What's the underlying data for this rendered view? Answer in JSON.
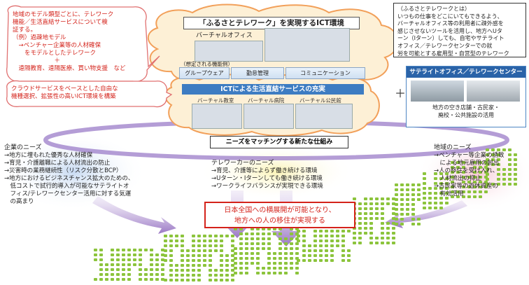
{
  "left_callout": {
    "lines": [
      "地域のモデル類型ごとに、テレワーク",
      "機能／生活直結サービスについて検",
      "証する。",
      "（例）過疎地モデル",
      "　→ベンチャー企業等の人材確保",
      "　　をモデルとしたテレワーク",
      "　　　　　　　＋",
      "　遠隔教育、遠隔医療、買い物支援　など"
    ]
  },
  "left_callout2": {
    "lines": [
      "クラウドサービスをベースとした自由な",
      "機種選択、拡張性の高いICT環境を構築"
    ]
  },
  "cloud_top": {
    "title": "「ふるさとテレワーク」を実現するICT環境",
    "virtual_office": "バーチャルオフィス",
    "functions_caption": "（想定される機能例）",
    "pills": [
      "グループウェア",
      "勤怠管理",
      "コミュニケーション"
    ]
  },
  "cloud_mid": {
    "title": "ICTによる生活直結サービスの充実",
    "screens": [
      "バーチャル教室",
      "バーチャル病院",
      "バーチャル公民館"
    ]
  },
  "note": {
    "title": "（ふるさとテレワークとは）",
    "lines": [
      "いつもの仕事をどこにいてもできるよう、",
      "バーチャルオフィス等の利用者に疎外感を",
      "感じさせないツールを活用し、地方へUタ",
      "ーン（Iターン）しても、自宅やサテライト",
      "オフィス／テレワークセンターでの就",
      "労を可能とする雇用型・自営型のテレワーク"
    ]
  },
  "satellite": {
    "header": "サテライトオフィス／テレワークセンター",
    "caption_lines": [
      "地方の空き店舗・古民家・",
      "廃校・公共施設の活用"
    ]
  },
  "plus": "＋",
  "matching": "ニーズをマッチングする新たな仕組み",
  "corporate": {
    "title": "企業のニーズ",
    "lines": [
      "→地方に埋もれた優秀な人材確保",
      "→育児・介護離職による人材流出の防止",
      "→災害時の業務継続性（リスク分散とBCP）",
      "→地方におけるビジネスチャンス拡大のための、",
      "　低コストで試行的導入が可能なサテライトオ",
      "　フィス/テレワークセンター活用に対する気運",
      "　の高まり"
    ]
  },
  "teleworker": {
    "title": "テレワーカーのニーズ",
    "lines": [
      "→育児、介護等によらず働き続ける環境",
      "→Uターン・Iターンしても働き続ける環境",
      "→ワークライフバランスが実現できる環境"
    ]
  },
  "regional": {
    "title": "地域のニーズ",
    "lines": [
      "→ベンチャー等企業の誘致",
      "　による地元雇用の創出",
      "→人の移住を受け入れ、",
      "　人材流出の抑止",
      "→古民家等の遊休資産の",
      "　有効活用"
    ]
  },
  "result": {
    "lines": [
      "日本全国への横展開が可能となり、",
      "地方への人の移住が実現する"
    ]
  },
  "colors": {
    "red": "#d4231b",
    "blue": "#2a63a8",
    "map": "#8cc43c",
    "cloud_fill": "#fdf0d6",
    "cloud_stroke": "#f2a05a"
  }
}
